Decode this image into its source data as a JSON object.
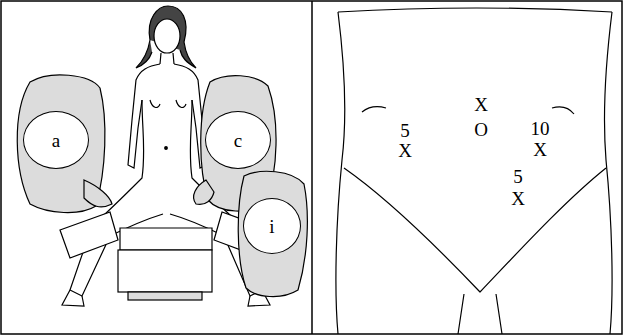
{
  "diagram": {
    "nodes": [
      {
        "text": [
          "a"
        ]
      },
      {
        "text": [
          "c"
        ]
      },
      {
        "text": [
          "i"
        ]
      }
    ],
    "labels": [
      "5",
      "X",
      "X",
      "O",
      "10",
      "X",
      "5",
      "X"
    ]
  }
}
